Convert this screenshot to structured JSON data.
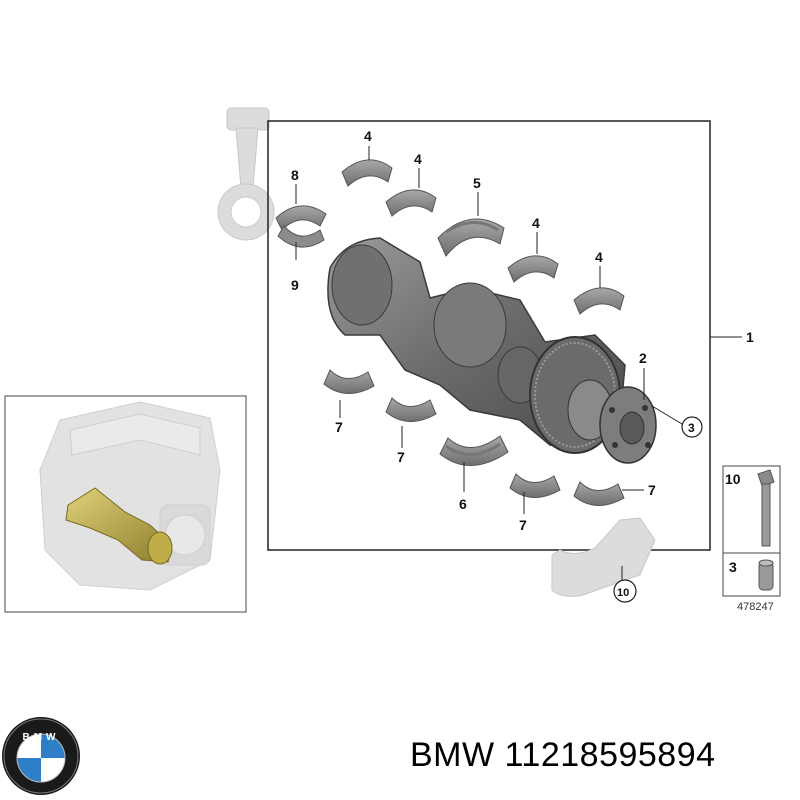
{
  "callouts": {
    "c1": "1",
    "c2": "2",
    "c3": "3",
    "c4a": "4",
    "c4b": "4",
    "c4c": "4",
    "c4d": "4",
    "c5": "5",
    "c6": "6",
    "c7a": "7",
    "c7b": "7",
    "c7c": "7",
    "c7d": "7",
    "c8": "8",
    "c9": "9",
    "c10": "10"
  },
  "legend": {
    "bolt_number": "10",
    "sleeve_number": "3",
    "drawing_number": "478247"
  },
  "caption": {
    "brand": "BMW",
    "part_number": "11218595894"
  },
  "logo": {
    "letters": "BMW",
    "colors": {
      "ring": "#1a1a1a",
      "blue": "#2f7fc8",
      "white": "#ffffff"
    }
  },
  "colors": {
    "part_dark": "#5f5f5f",
    "part_mid": "#8a8a8a",
    "ghost": "#d6d6d6",
    "highlight": "#c8b64a"
  }
}
